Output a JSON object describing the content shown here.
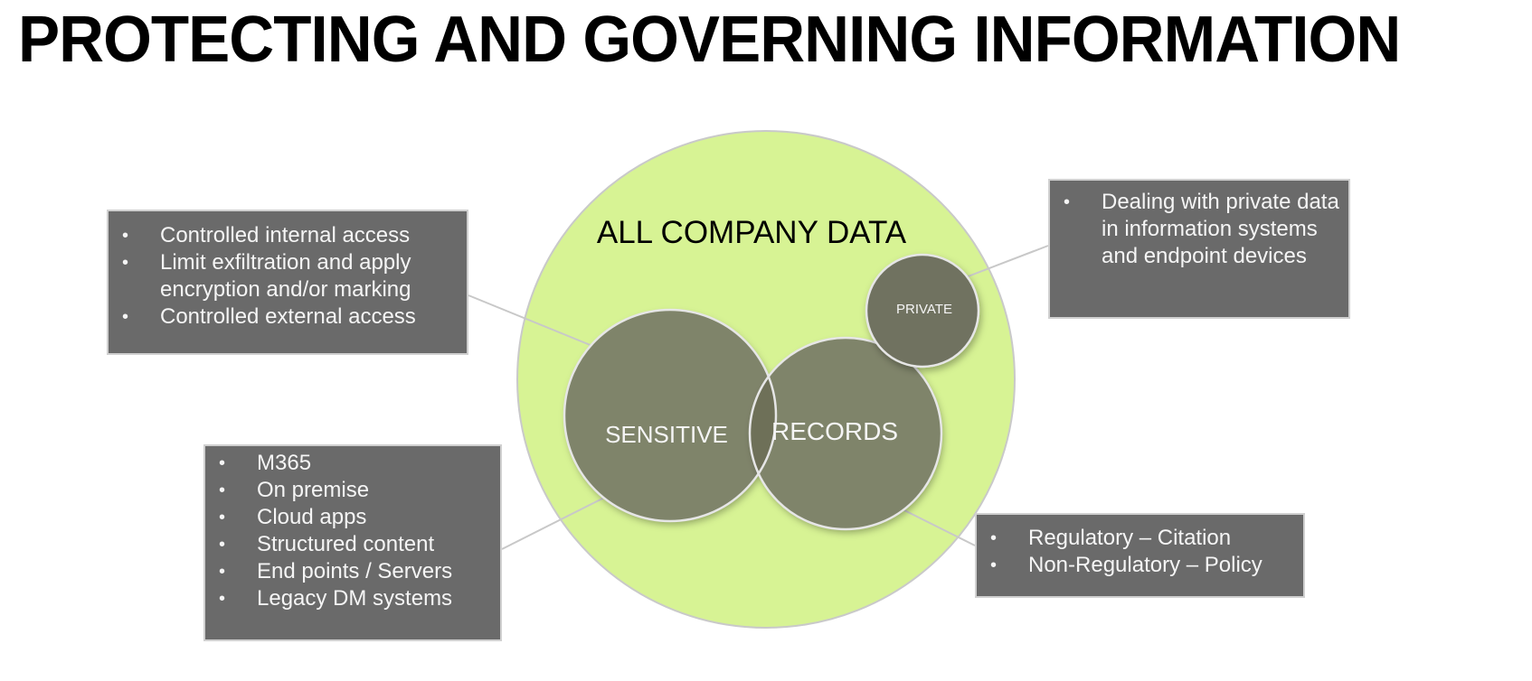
{
  "slide": {
    "title": "PROTECTING AND GOVERNING INFORMATION"
  },
  "venn": {
    "outer_label": "ALL COMPANY DATA",
    "sensitive_label": "SENSITIVE",
    "records_label": "RECORDS",
    "private_label": "PRIVATE"
  },
  "callouts": {
    "sensitive_controls": {
      "items": [
        "Controlled internal access",
        "Limit exfiltration and apply encryption and/or marking",
        "Controlled external access"
      ]
    },
    "data_sources": {
      "items": [
        "M365",
        "On premise",
        "Cloud apps",
        "Structured content",
        "End points / Servers",
        "Legacy DM systems"
      ]
    },
    "private_note": {
      "items": [
        "Dealing with private data in information systems and endpoint devices"
      ]
    },
    "records_types": {
      "items": [
        "Regulatory – Citation",
        "Non-Regulatory – Policy"
      ]
    }
  },
  "bullet_char": "•",
  "colors": {
    "outer_circle_fill": "#d7f394",
    "outer_circle_border": "#c9c9c9",
    "inner_circle_fill": "#7f846a",
    "overlap_fill": "#6e7058",
    "private_circle_fill": "#6f7261",
    "circle_border": "#e6e6e6",
    "callout_bg": "#6a6a6a",
    "callout_border": "#d0d0d0",
    "callout_text": "#f5f5f5",
    "connector": "#c8c8c8",
    "title_color": "#000000"
  }
}
